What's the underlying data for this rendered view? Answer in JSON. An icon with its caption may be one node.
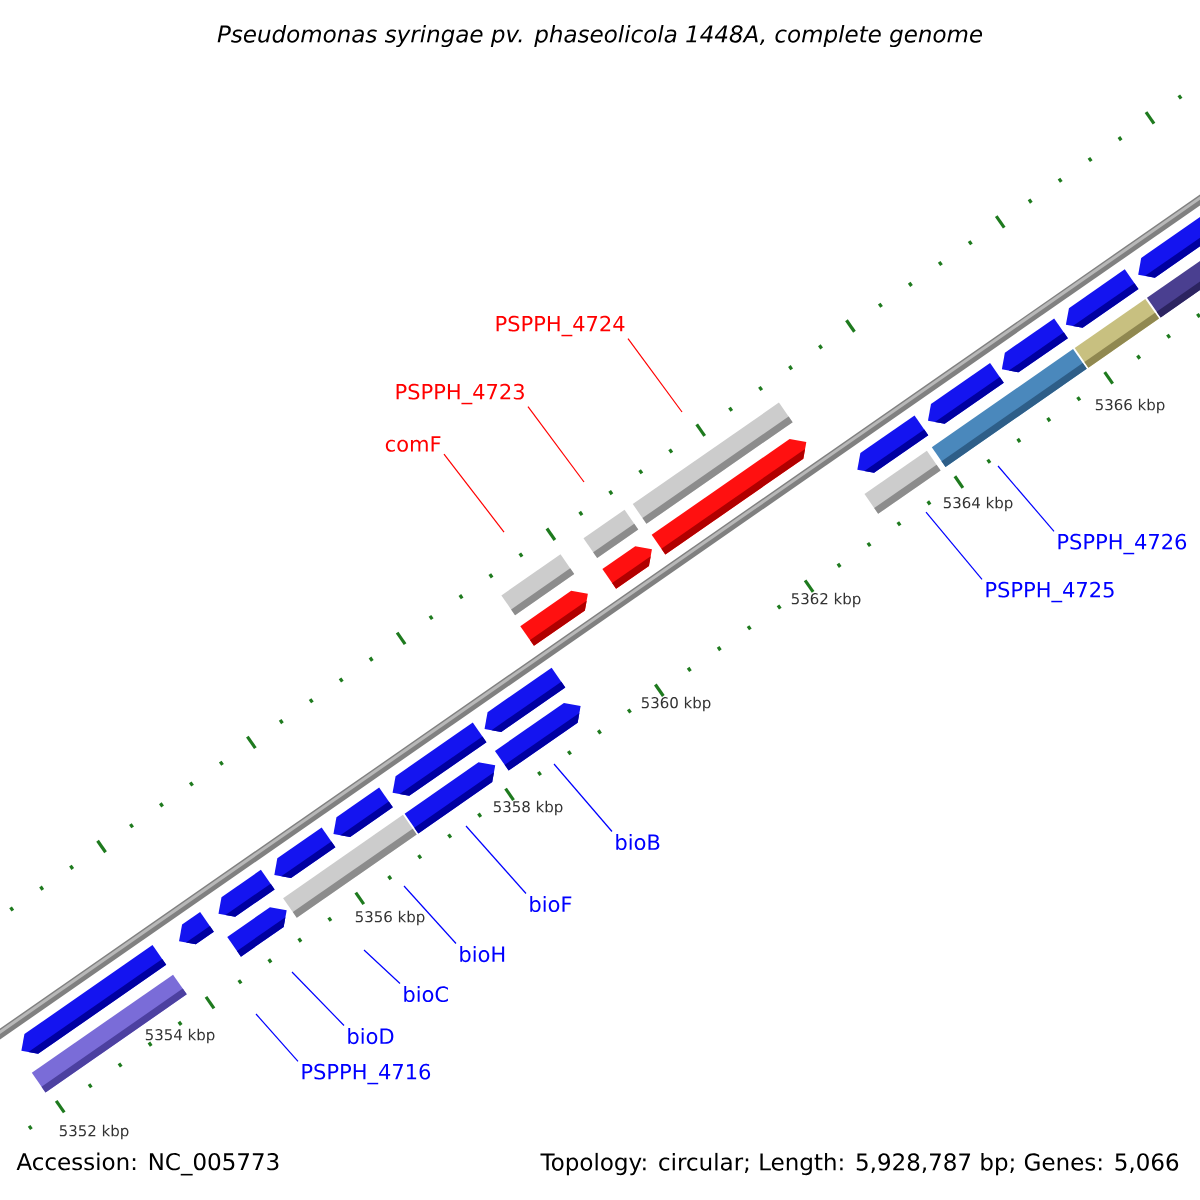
{
  "diagram": {
    "title": "Pseudomonas syringae pv. phaseolicola 1448A, complete genome",
    "nodes": [
      {
        "text": [
          "PSPPH_4724"
        ]
      },
      {
        "text": [
          "PSPPH_4723"
        ]
      },
      {
        "text": [
          "comF"
        ]
      },
      {
        "text": [
          "PSPPH_4726"
        ]
      },
      {
        "text": [
          "PSPPH_4725"
        ]
      },
      {
        "text": [
          "bioB"
        ]
      },
      {
        "text": [
          "bioF"
        ]
      },
      {
        "text": [
          "bioH"
        ]
      },
      {
        "text": [
          "bioC"
        ]
      },
      {
        "text": [
          "bioD"
        ]
      },
      {
        "text": [
          "PSPPH_4716"
        ]
      }
    ],
    "edges": [
      {
        "from": 0,
        "to": null,
        "arrow": "none",
        "color": "#ff0000"
      },
      {
        "from": 1,
        "to": null,
        "arrow": "none",
        "color": "#ff0000"
      },
      {
        "from": 2,
        "to": null,
        "arrow": "none",
        "color": "#ff0000"
      },
      {
        "from": 3,
        "to": null,
        "arrow": "none"
      },
      {
        "from": 4,
        "to": null,
        "arrow": "none"
      },
      {
        "from": 5,
        "to": null,
        "arrow": "none"
      },
      {
        "from": 6,
        "to": null,
        "arrow": "none"
      },
      {
        "from": 7,
        "to": null,
        "arrow": "none"
      },
      {
        "from": 8,
        "to": null,
        "arrow": "none"
      },
      {
        "from": 9,
        "to": null,
        "arrow": "none"
      },
      {
        "from": 10,
        "to": null,
        "arrow": "none"
      }
    ],
    "labels": [
      "5366 kbp",
      "5364 kbp",
      "5362 kbp",
      "5360 kbp",
      "5358 kbp",
      "5356 kbp",
      "5354 kbp",
      "5352 kbp",
      "Accession: NC_005773",
      "Topology: circular; Length: 5,928,787 bp; Genes: 5,066"
    ]
  }
}
